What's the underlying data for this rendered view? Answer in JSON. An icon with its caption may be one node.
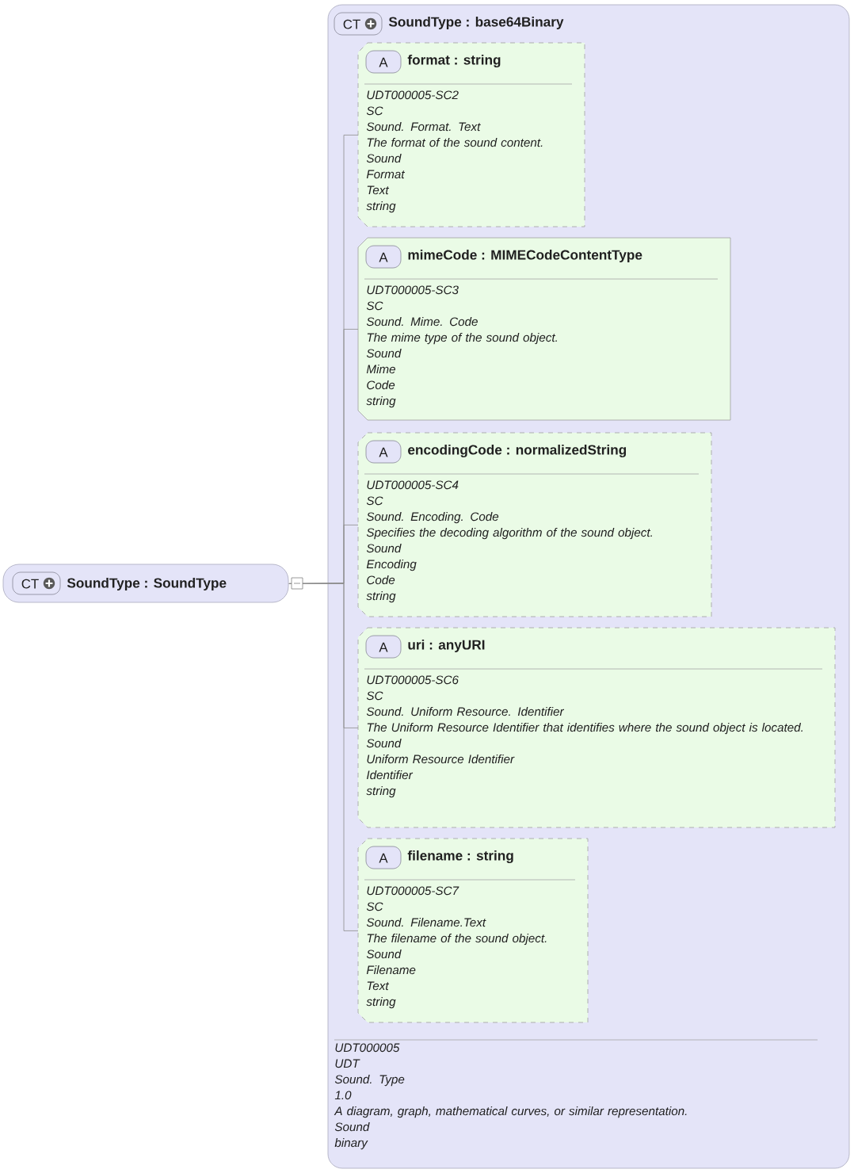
{
  "diagram": {
    "nodes": [
      {
        "text": [
          "CT",
          "SoundType : SoundType"
        ]
      },
      {
        "text": [
          "CT",
          "SoundType : base64Binary",
          "UDT000005",
          "UDT",
          "Sound. Type",
          "1.0",
          "A diagram, graph, mathematical curves, or similar representation.",
          "Sound",
          "binary"
        ]
      },
      {
        "text": [
          "A",
          "format : string",
          "UDT000005-SC2",
          "SC",
          "Sound. Format. Text",
          "The format of the sound content.",
          "Sound",
          "Format",
          "Text",
          "string"
        ],
        "in": 1
      },
      {
        "text": [
          "A",
          "mimeCode : MIMECodeContentType",
          "UDT000005-SC3",
          "SC",
          "Sound. Mime. Code",
          "The mime type of the sound object.",
          "Sound",
          "Mime",
          "Code",
          "string"
        ],
        "in": 1
      },
      {
        "text": [
          "A",
          "encodingCode : normalizedString",
          "UDT000005-SC4",
          "SC",
          "Sound. Encoding. Code",
          "Specifies the decoding algorithm of the sound object.",
          "Sound",
          "Encoding",
          "Code",
          "string"
        ],
        "in": 1
      },
      {
        "text": [
          "A",
          "uri : anyURI",
          "UDT000005-SC6",
          "SC",
          "Sound. Uniform Resource. Identifier",
          "The Uniform Resource Identifier that identifies where the sound object is located.",
          "Sound",
          "Uniform Resource Identifier",
          "Identifier",
          "string"
        ],
        "in": 1
      },
      {
        "text": [
          "A",
          "filename : string",
          "UDT000005-SC7",
          "SC",
          "Sound. Filename.Text",
          "The filename of the sound object.",
          "Sound",
          "Filename",
          "Text",
          "string"
        ],
        "in": 1
      }
    ],
    "edges": [
      {
        "from": 0,
        "to": 2,
        "arrow": "none"
      },
      {
        "from": 0,
        "to": 3,
        "arrow": "none"
      },
      {
        "from": 0,
        "to": 4,
        "arrow": "none"
      },
      {
        "from": 0,
        "to": 5,
        "arrow": "none"
      },
      {
        "from": 0,
        "to": 6,
        "arrow": "none"
      }
    ]
  }
}
